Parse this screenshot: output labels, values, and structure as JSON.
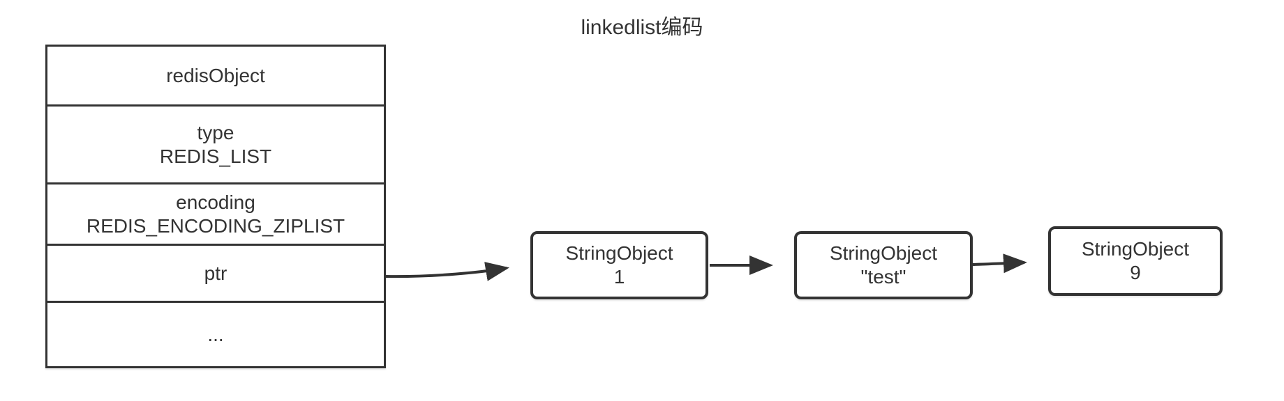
{
  "title": "linkedlist编码",
  "colors": {
    "stroke": "#333333",
    "text": "#333333",
    "background": "#ffffff"
  },
  "redis_object_table": {
    "rows": [
      {
        "lines": [
          "redisObject"
        ]
      },
      {
        "lines": [
          "type",
          "REDIS_LIST"
        ]
      },
      {
        "lines": [
          "encoding",
          "REDIS_ENCODING_ZIPLIST"
        ]
      },
      {
        "lines": [
          "ptr"
        ]
      },
      {
        "lines": [
          "..."
        ]
      }
    ]
  },
  "linked_list": {
    "nodes": [
      {
        "lines": [
          "StringObject",
          "1"
        ]
      },
      {
        "lines": [
          "StringObject",
          "\"test\""
        ]
      },
      {
        "lines": [
          "StringObject",
          "9"
        ]
      }
    ]
  }
}
